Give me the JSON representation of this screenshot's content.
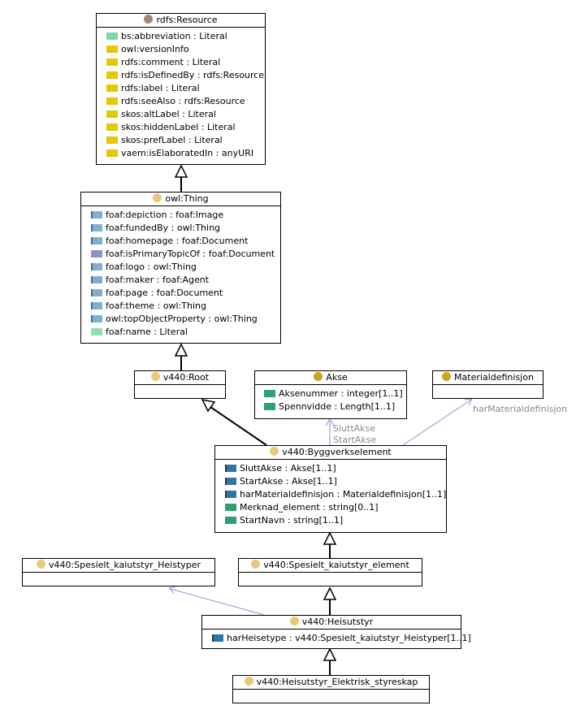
{
  "colors": {
    "resource_dot": "#a5867a",
    "class_dot": "#e8c979",
    "external_dot": "#c8a423",
    "association_line": "#8a96d8",
    "label_gray": "#8a8a8a"
  },
  "classes": {
    "rdfs_resource": {
      "title": "rdfs:Resource",
      "rows": [
        {
          "icon": "literal-property-icon",
          "text": "bs:abbreviation : Literal"
        },
        {
          "icon": "annotation-property-icon",
          "text": "owl:versionInfo"
        },
        {
          "icon": "annotation-property-icon",
          "text": "rdfs:comment : Literal"
        },
        {
          "icon": "annotation-property-icon",
          "text": "rdfs:isDefinedBy : rdfs:Resource"
        },
        {
          "icon": "annotation-property-icon",
          "text": "rdfs:label : Literal"
        },
        {
          "icon": "annotation-property-icon",
          "text": "rdfs:seeAlso : rdfs:Resource"
        },
        {
          "icon": "annotation-property-icon",
          "text": "skos:altLabel : Literal"
        },
        {
          "icon": "annotation-property-icon",
          "text": "skos:hiddenLabel : Literal"
        },
        {
          "icon": "annotation-property-icon",
          "text": "skos:prefLabel : Literal"
        },
        {
          "icon": "annotation-property-icon",
          "text": "vaem:isElaboratedIn : anyURI"
        }
      ]
    },
    "owl_thing": {
      "title": "owl:Thing",
      "rows": [
        {
          "icon": "object-property-icon",
          "text": "foaf:depiction : foaf:Image"
        },
        {
          "icon": "object-property-icon",
          "text": "foaf:fundedBy : owl:Thing"
        },
        {
          "icon": "object-property-icon",
          "text": "foaf:homepage : foaf:Document"
        },
        {
          "icon": "inverse-property-icon",
          "text": "foaf:isPrimaryTopicOf : foaf:Document"
        },
        {
          "icon": "object-property-icon",
          "text": "foaf:logo : owl:Thing"
        },
        {
          "icon": "object-property-icon",
          "text": "foaf:maker : foaf:Agent"
        },
        {
          "icon": "object-property-icon",
          "text": "foaf:page : foaf:Document"
        },
        {
          "icon": "object-property-icon",
          "text": "foaf:theme : owl:Thing"
        },
        {
          "icon": "object-property-icon",
          "text": "owl:topObjectProperty : owl:Thing"
        },
        {
          "icon": "literal-property-icon",
          "text": "foaf:name : Literal"
        }
      ]
    },
    "v440_root": {
      "title": "v440:Root"
    },
    "akse": {
      "title": "Akse",
      "rows": [
        {
          "icon": "datatype-property-icon",
          "text": "Aksenummer : integer[1..1]"
        },
        {
          "icon": "datatype-property-icon",
          "text": "Spennvidde : Length[1..1]"
        }
      ]
    },
    "materialdefinisjon": {
      "title": "Materialdefinisjon"
    },
    "byggverkselement": {
      "title": "v440:Byggverkselement",
      "rows": [
        {
          "icon": "reference-property-icon",
          "text": "SluttAkse : Akse[1..1]"
        },
        {
          "icon": "reference-property-icon",
          "text": "StartAkse : Akse[1..1]"
        },
        {
          "icon": "reference-property-icon",
          "text": "harMaterialdefinisjon : Materialdefinisjon[1..1]"
        },
        {
          "icon": "datatype-property-icon",
          "text": "Merknad_element : string[0..1]"
        },
        {
          "icon": "datatype-property-icon",
          "text": "StartNavn : string[1..1]"
        }
      ]
    },
    "heistyper": {
      "title": "v440:Spesielt_kaiutstyr_Heistyper"
    },
    "kaiutstyr_element": {
      "title": "v440:Spesielt_kaiutstyr_element"
    },
    "heisutstyr": {
      "title": "v440:Heisutstyr",
      "rows": [
        {
          "icon": "reference-property-icon",
          "text": "harHeisetype : v440:Spesielt_kaiutstyr_Heistyper[1..1]"
        }
      ]
    },
    "elektrisk_styreskap": {
      "title": "v440:Heisutstyr_Elektrisk_styreskap"
    }
  },
  "association_labels": {
    "slutt_akse": "SluttAkse",
    "start_akse": "StartAkse",
    "har_materialdefinisjon": "harMaterialdefinisjon"
  }
}
